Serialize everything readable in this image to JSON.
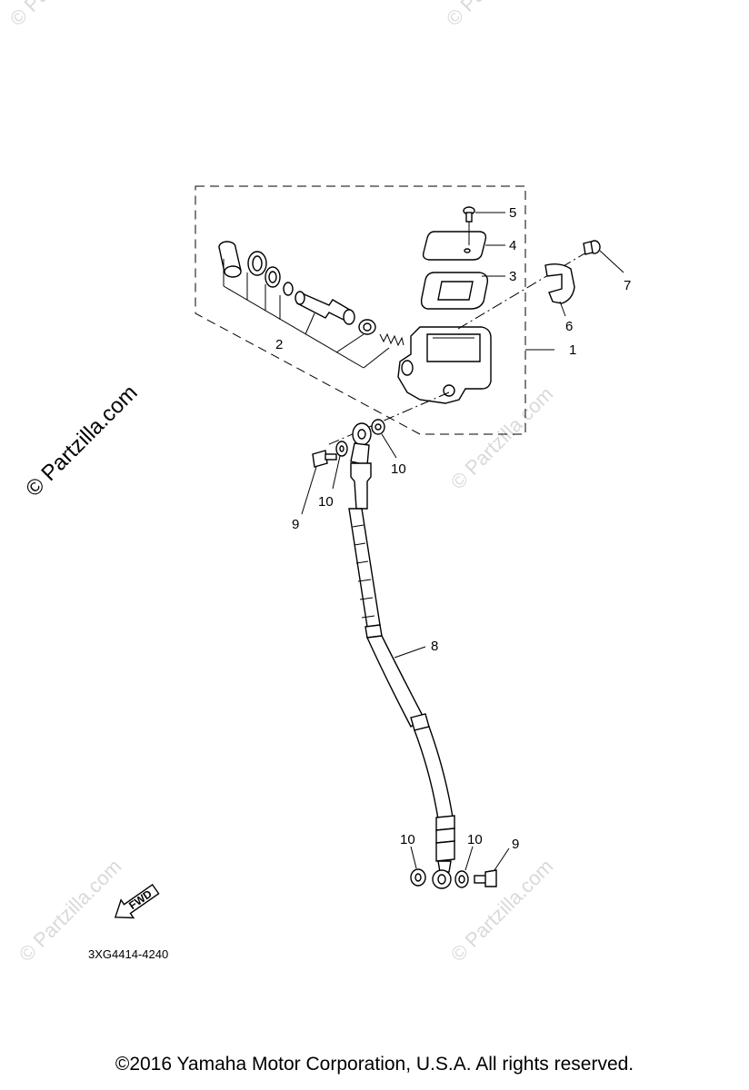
{
  "watermarks": [
    "© Partzilla.com",
    "© Partzilla.com",
    "© Partzilla.com",
    "© Partzilla.com",
    "© Partzilla.com",
    "© Partzilla.com"
  ],
  "diagram_ref": "3XG4414-4240",
  "fwd_label": "FWD",
  "callouts": {
    "c1": "1",
    "c2": "2",
    "c3": "3",
    "c4": "4",
    "c5": "5",
    "c6": "6",
    "c7": "7",
    "c8": "8",
    "c9a": "9",
    "c9b": "9",
    "c10a": "10",
    "c10b": "10",
    "c10c": "10",
    "c10d": "10"
  },
  "copyright": "©2016 Yamaha Motor Corporation, U.S.A. All rights reserved.",
  "colors": {
    "line": "#000000",
    "watermark": "#d9d9d9",
    "background": "#ffffff"
  }
}
